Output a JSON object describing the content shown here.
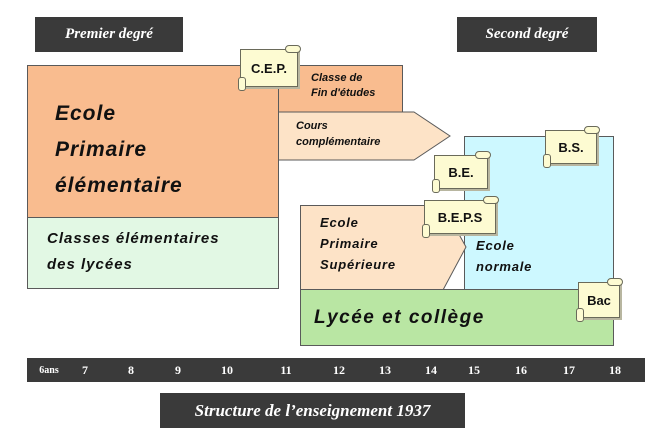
{
  "headers": {
    "primary": "Premier degré",
    "secondary": "Second degré"
  },
  "blocks": {
    "ecole_primaire_elementaire": [
      "Ecole",
      "Primaire",
      "élémentaire"
    ],
    "classes_elementaires_lycees": [
      "Classes élémentaires",
      "des lycées"
    ],
    "classe_fin_etudes": [
      "Classe de",
      "Fin d'études"
    ],
    "cours_complementaire": [
      "Cours",
      "complémentaire"
    ],
    "ecole_primaire_superieure": [
      "Ecole",
      "Primaire",
      "Supérieure"
    ],
    "ecole_normale": [
      "Ecole",
      "normale"
    ],
    "lycee_college": "Lycée et collège"
  },
  "diplomas": {
    "cep": "C.E.P.",
    "be": "B.E.",
    "beps": "B.E.P.S",
    "bs": "B.S.",
    "bac": "Bac"
  },
  "age_axis": [
    "6ans",
    "7",
    "8",
    "9",
    "10",
    "11",
    "12",
    "13",
    "14",
    "15",
    "16",
    "17",
    "18"
  ],
  "title": "Structure de l’enseignement  1937",
  "colors": {
    "dark_bar": "#3a3a3a",
    "orange": "#f9bc8f",
    "peach": "#fde3c7",
    "mint": "#e2f8e4",
    "cyan": "#cdf8ff",
    "green": "#b9e6a3",
    "scroll": "#fdfbd2"
  }
}
